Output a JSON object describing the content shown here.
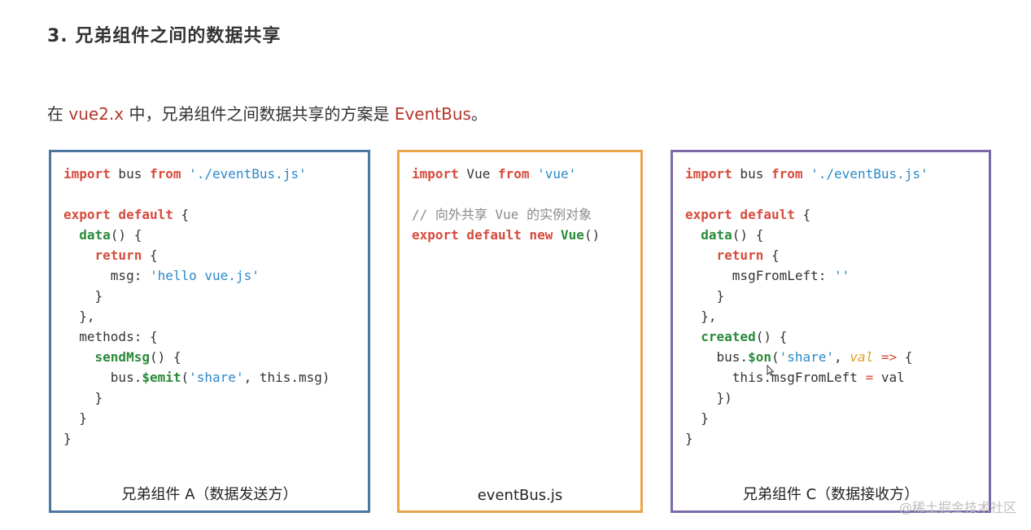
{
  "heading": "3. 兄弟组件之间的数据共享",
  "intro": {
    "before": "在 ",
    "highlight1": "vue2.x",
    "middle": " 中，兄弟组件之间数据共享的方案是 ",
    "highlight2": "EventBus",
    "after": "。"
  },
  "colors": {
    "keyword": "#d64b3c",
    "function": "#2a8a3a",
    "string": "#2b88c8",
    "comment": "#8a8a8a",
    "box_a_border": "#4a76a0",
    "box_e_border": "#e8a54a",
    "box_c_border": "#7a68a8"
  },
  "boxes": [
    {
      "caption": "兄弟组件 A（数据发送方）",
      "lines": [
        [
          [
            "kw",
            "import"
          ],
          [
            "t",
            " bus "
          ],
          [
            "kw",
            "from"
          ],
          [
            "t",
            " "
          ],
          [
            "str",
            "'./eventBus.js'"
          ]
        ],
        [],
        [
          [
            "kw",
            "export default"
          ],
          [
            "t",
            " {"
          ]
        ],
        [
          [
            "t",
            "  "
          ],
          [
            "fn",
            "data"
          ],
          [
            "t",
            "() {"
          ]
        ],
        [
          [
            "t",
            "    "
          ],
          [
            "kw",
            "return"
          ],
          [
            "t",
            " {"
          ]
        ],
        [
          [
            "t",
            "      msg: "
          ],
          [
            "str",
            "'hello vue.js'"
          ]
        ],
        [
          [
            "t",
            "    }"
          ]
        ],
        [
          [
            "t",
            "  },"
          ]
        ],
        [
          [
            "t",
            "  methods: {"
          ]
        ],
        [
          [
            "t",
            "    "
          ],
          [
            "fn",
            "sendMsg"
          ],
          [
            "t",
            "() {"
          ]
        ],
        [
          [
            "t",
            "      bus."
          ],
          [
            "fn",
            "$emit"
          ],
          [
            "t",
            "("
          ],
          [
            "str",
            "'share'"
          ],
          [
            "t",
            ", this.msg)"
          ]
        ],
        [
          [
            "t",
            "    }"
          ]
        ],
        [
          [
            "t",
            "  }"
          ]
        ],
        [
          [
            "t",
            "}"
          ]
        ]
      ]
    },
    {
      "caption": "eventBus.js",
      "lines": [
        [
          [
            "kw",
            "import"
          ],
          [
            "t",
            " Vue "
          ],
          [
            "kw",
            "from"
          ],
          [
            "t",
            " "
          ],
          [
            "str",
            "'vue'"
          ]
        ],
        [],
        [
          [
            "cm",
            "// 向外共享 Vue 的实例对象"
          ]
        ],
        [
          [
            "kw",
            "export default new"
          ],
          [
            "t",
            " "
          ],
          [
            "fn",
            "Vue"
          ],
          [
            "t",
            "()"
          ]
        ]
      ]
    },
    {
      "caption": "兄弟组件 C（数据接收方）",
      "lines": [
        [
          [
            "kw",
            "import"
          ],
          [
            "t",
            " bus "
          ],
          [
            "kw",
            "from"
          ],
          [
            "t",
            " "
          ],
          [
            "str",
            "'./eventBus.js'"
          ]
        ],
        [],
        [
          [
            "kw",
            "export default"
          ],
          [
            "t",
            " {"
          ]
        ],
        [
          [
            "t",
            "  "
          ],
          [
            "fn",
            "data"
          ],
          [
            "t",
            "() {"
          ]
        ],
        [
          [
            "t",
            "    "
          ],
          [
            "kw",
            "return"
          ],
          [
            "t",
            " {"
          ]
        ],
        [
          [
            "t",
            "      msgFromLeft: "
          ],
          [
            "str",
            "''"
          ]
        ],
        [
          [
            "t",
            "    }"
          ]
        ],
        [
          [
            "t",
            "  },"
          ]
        ],
        [
          [
            "t",
            "  "
          ],
          [
            "fn",
            "created"
          ],
          [
            "t",
            "() {"
          ]
        ],
        [
          [
            "t",
            "    bus."
          ],
          [
            "fn",
            "$on"
          ],
          [
            "t",
            "("
          ],
          [
            "str",
            "'share'"
          ],
          [
            "t",
            ", "
          ],
          [
            "param",
            "val"
          ],
          [
            "t",
            " "
          ],
          [
            "op",
            "=>"
          ],
          [
            "t",
            " {"
          ]
        ],
        [
          [
            "t",
            "      this.msgFromLeft "
          ],
          [
            "op",
            "="
          ],
          [
            "t",
            " val"
          ]
        ],
        [
          [
            "t",
            "    })"
          ]
        ],
        [
          [
            "t",
            "  }"
          ]
        ],
        [
          [
            "t",
            "}"
          ]
        ]
      ]
    }
  ],
  "watermark": "@稀土掘金技术社区"
}
